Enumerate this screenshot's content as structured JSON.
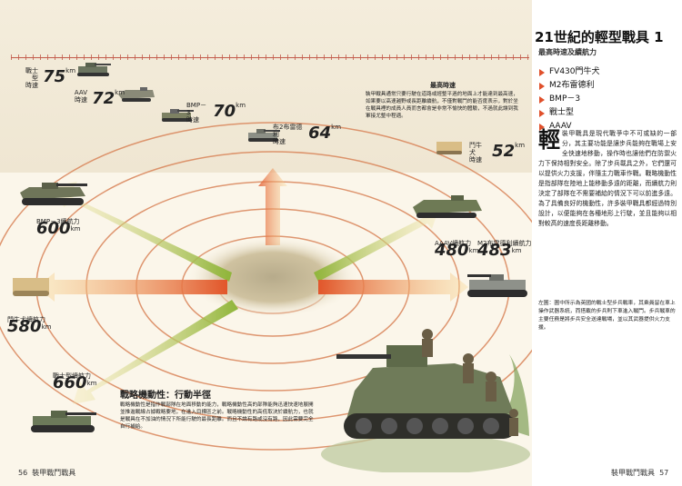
{
  "title": "21世紀的輕型戰具 1",
  "subtitle": "最高時速及續航力",
  "vehicles_list": [
    "FV430門牛犬",
    "M2布雷德利",
    "BMP－3",
    "戰士型",
    "AAAV"
  ],
  "speeds": {
    "warrior": {
      "label": "戰士型\n時速",
      "value": "75",
      "unit": "km"
    },
    "aav": {
      "label": "AAV\n時速",
      "value": "72",
      "unit": "km"
    },
    "bmp3": {
      "label": "BMP－3\n時速",
      "value": "70",
      "unit": "km"
    },
    "m2": {
      "label": "布2布雷德利\n時速",
      "value": "64",
      "unit": "km"
    },
    "fv430": {
      "label": "鬥牛犬\n時速",
      "value": "52",
      "unit": "km"
    }
  },
  "top_box": {
    "title": "最高時速",
    "text": "裝甲戰具通常只要行駛在道路或經整平過的地面上才能達到最高速，如果要以高速越野或長距離續航，不僅對戰鬥的能否度表示，對於坐在戰具裡的成員人員而言都會是非常不愉快的體驗，不過就此讓到我軍接尤整中程適。"
  },
  "ranges": {
    "bmp3": {
      "label": "BMP－3續航力",
      "value": "600",
      "unit": "km"
    },
    "fv430": {
      "label": "門牛犬續航力",
      "value": "580",
      "unit": "km"
    },
    "warrior": {
      "label": "戰士型續航力",
      "value": "660",
      "unit": "km"
    },
    "aaav": {
      "label": "AAAV續航力",
      "value": "480",
      "unit": "km"
    },
    "m2": {
      "label": "M2布雷德利續航力",
      "value": "483",
      "unit": "km"
    }
  },
  "caption": {
    "title": "戰略機動性：行動半徑",
    "text": "戰略機動性是指作戰部隊在地面移動的能力，戰略機動性高的部隊能夠迅速快速地展開並推進戰線占據戰略要地，在進入目標區之前。戰略機動性的高低取決於續航力，也就是戰具在不加油的情況下所能行駛的最長距離。而且不論有路或沒有路，因此需要完全自行補給。"
  },
  "body": {
    "drop": "輕",
    "text": "裝甲戰具是現代戰爭中不可或缺的一部分，其主要功能是讓步兵能夠在戰場上安全快速地移動，操作時也讓他們在防禦火力下保持相對安全。除了步兵載具之外，它們還可以提供火力支援，伴隨主力戰車作戰。戰略機動性是指部隊在陸地上能移動多遠的距離，而續航力則決定了部隊在不需要補給的情況下可以前進多遠。為了具備良好的機動性，許多裝甲戰具都經過特別設計，以便能夠在各種地形上行駛，並且能夠以相對較高的速度長距離移動。"
  },
  "note": "左圖：圖中所示為英國的戰士型步兵戰車，其乘員留在車上操作武器系統，而搭載的步兵則下車進入戰鬥。步兵戰車的主要任務是將步兵安全送達戰場，並以其武器提供火力支援。",
  "footer": {
    "left_num": "56",
    "left_text": "裝甲戰鬥戰具",
    "right_text": "裝甲戰鬥戰具",
    "right_num": "57"
  },
  "colors": {
    "accent": "#e0502b",
    "ring": "#d9855a",
    "arrow_red": "#d8342b",
    "arrow_green": "#9ab83a"
  }
}
